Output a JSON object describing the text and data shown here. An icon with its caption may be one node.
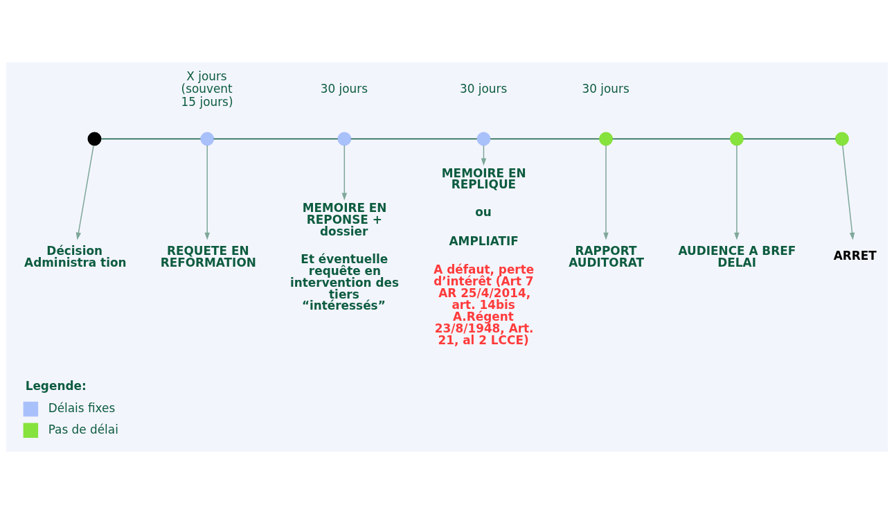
{
  "diagram": {
    "nodes": [
      {
        "text": [],
        "shape": "circle"
      },
      {
        "text": [],
        "shape": "circle",
        "beside": [
          "X jours (souvent 15 jours)"
        ]
      },
      {
        "text": [],
        "shape": "circle",
        "beside": [
          "30 jours"
        ]
      },
      {
        "text": [],
        "shape": "circle",
        "beside": [
          "30 jours"
        ]
      },
      {
        "text": [],
        "shape": "circle",
        "beside": [
          "30 jours"
        ]
      },
      {
        "text": [],
        "shape": "circle"
      },
      {
        "text": [],
        "shape": "circle"
      },
      {
        "text": [
          "Décision Administra tion"
        ]
      },
      {
        "text": [
          "REQUETE EN REFORMATION"
        ]
      },
      {
        "text": [
          "MEMOIRE EN REPONSE + dossier",
          "Et éventuelle requête en intervention des tiers “intéressés”"
        ]
      },
      {
        "text": [
          "MEMOIRE EN REPLIQUE",
          "ou",
          "AMPLIATIF",
          "A défaut, perte d’intérêt (Art 7 AR 25/4/2014, art. 14bis A.Régent 23/8/1948, Art. 21, al 2 LCCE)"
        ]
      },
      {
        "text": [
          "RAPPORT AUDITORAT"
        ]
      },
      {
        "text": [
          "AUDIENCE A BREF DELAI"
        ]
      },
      {
        "text": [
          "ARRET"
        ]
      }
    ],
    "edges": [
      {
        "from": 0,
        "to": 1,
        "arrow": "none",
        "color": "#0d5c3f"
      },
      {
        "from": 1,
        "to": 2,
        "arrow": "none",
        "color": "#0d5c3f"
      },
      {
        "from": 2,
        "to": 3,
        "arrow": "none",
        "color": "#0d5c3f"
      },
      {
        "from": 3,
        "to": 4,
        "arrow": "none",
        "color": "#0d5c3f"
      },
      {
        "from": 4,
        "to": 5,
        "arrow": "none",
        "color": "#0d5c3f"
      },
      {
        "from": 5,
        "to": 6,
        "arrow": "none",
        "color": "#0d5c3f"
      },
      {
        "from": 0,
        "to": 7,
        "arrow": "to"
      },
      {
        "from": 1,
        "to": 8,
        "arrow": "to"
      },
      {
        "from": 2,
        "to": 9,
        "arrow": "to"
      },
      {
        "from": 3,
        "to": 10,
        "arrow": "to"
      },
      {
        "from": 4,
        "to": 11,
        "arrow": "to"
      },
      {
        "from": 5,
        "to": 12,
        "arrow": "to"
      },
      {
        "from": 6,
        "to": 13,
        "arrow": "to"
      }
    ],
    "labels": [
      "Legende:"
    ],
    "legend": [
      {
        "text": "Délais fixes",
        "color": "#a9c1fb"
      },
      {
        "text": "Pas de délai",
        "color": "#86e23c"
      }
    ]
  }
}
